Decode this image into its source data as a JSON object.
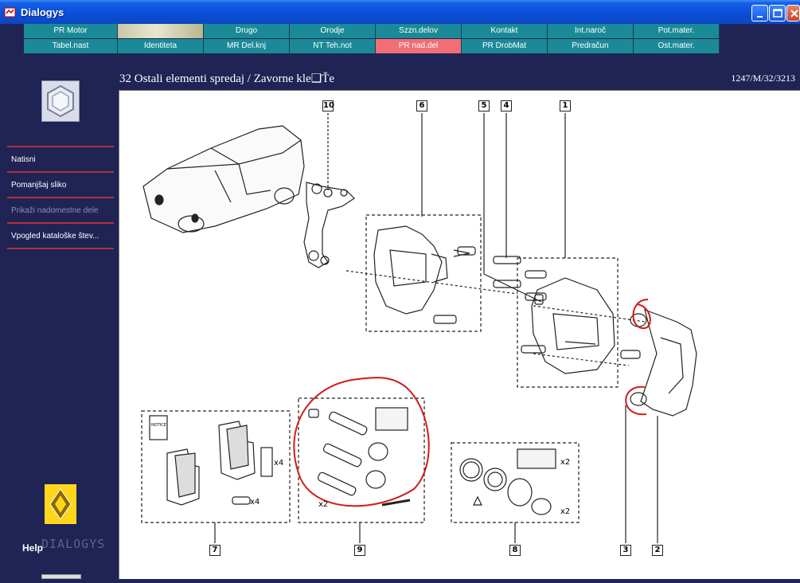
{
  "window": {
    "title": "Dialogys"
  },
  "menu": {
    "row1": [
      "PR Motor",
      "",
      "Drugo",
      "Orodje",
      "Szzn.delov",
      "Kontakt",
      "Int.naroč",
      "Pot.mater."
    ],
    "row2": [
      "Tabel.nast",
      "Identiteta",
      "MR Del.knj",
      "NT Teh.not",
      "PR nad.del",
      "PR DrobMat",
      "Predračun",
      "Ost.mater."
    ],
    "active_label": "PR nad.del"
  },
  "sidebar": {
    "items": [
      {
        "label": "Natisni",
        "enabled": true
      },
      {
        "label": "Pomanjšaj sliko",
        "enabled": true
      },
      {
        "label": "Prikaži nadomestne dele",
        "enabled": false
      },
      {
        "label": "Vpogled kataloške štev...",
        "enabled": true
      }
    ],
    "help_label": "Help",
    "brand_mark": "DIALOGYS"
  },
  "header": {
    "title": "32 Ostali elementi spredaj / Zavorne kle❑Ťe",
    "reference": "1247/M/32/3213"
  },
  "diagram": {
    "callouts": [
      "10",
      "6",
      "5",
      "4",
      "1",
      "7",
      "9",
      "8",
      "3",
      "2"
    ],
    "quantity_labels": [
      "x4",
      "x4",
      "x2",
      "x2",
      "x2"
    ],
    "box_label": "NOTICE",
    "highlight_color": "#d21a1a"
  }
}
